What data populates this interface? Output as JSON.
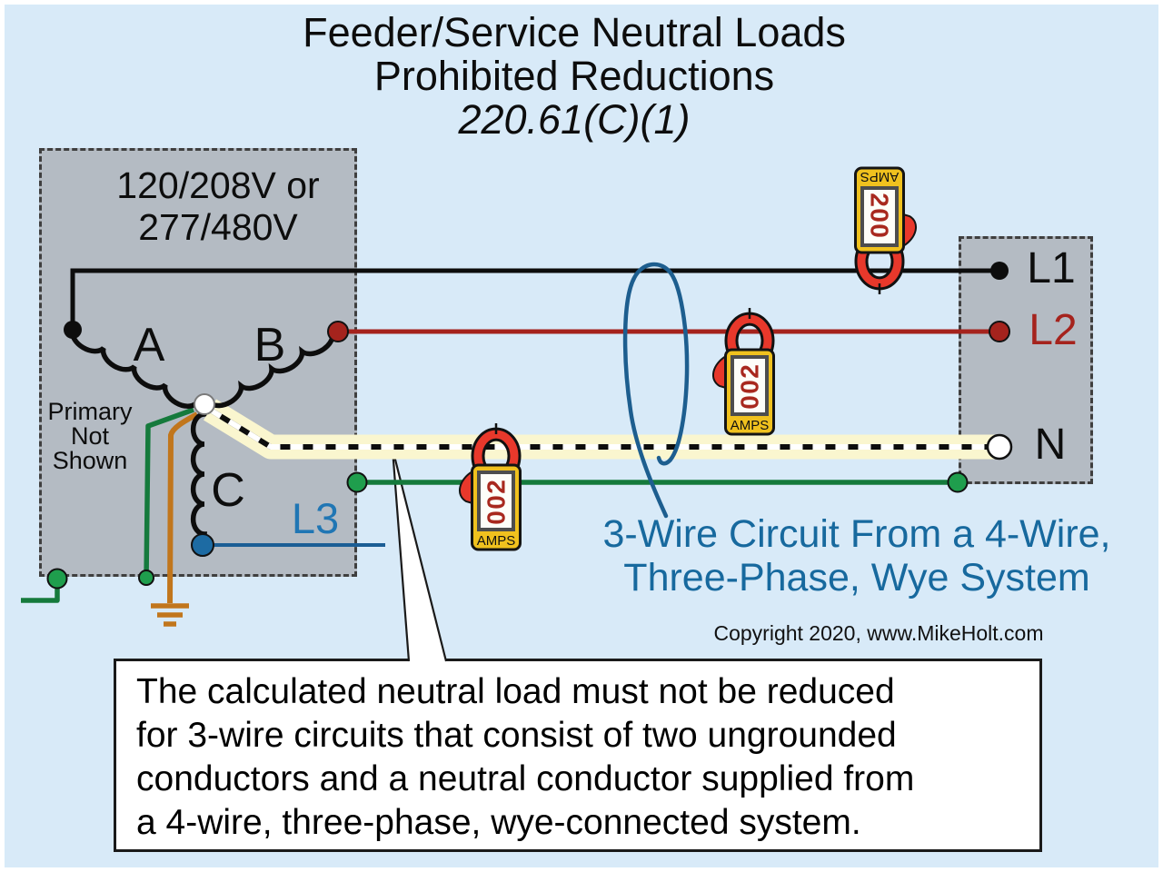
{
  "title": {
    "line1": "Feeder/Service Neutral Loads",
    "line2": "Prohibited Reductions",
    "line3": "220.61(C)(1)"
  },
  "transformer": {
    "voltage_line1": "120/208V or",
    "voltage_line2": "277/480V",
    "primary_note": [
      "Primary",
      "Not",
      "Shown"
    ],
    "windings": {
      "a": "A",
      "b": "B",
      "c": "C"
    },
    "l3_label": "L3"
  },
  "panel": {
    "l1": "L1",
    "l2": "L2",
    "n": "N"
  },
  "meters": {
    "reading": "200",
    "unit": "AMPS",
    "digits": [
      "2",
      "0",
      "0"
    ]
  },
  "caption": {
    "line1": "3-Wire Circuit From a 4-Wire,",
    "line2": "Three-Phase, Wye System"
  },
  "copyright": "Copyright 2020, www.MikeHolt.com",
  "note_box": {
    "lines": [
      "The calculated neutral load must not be reduced",
      "for 3-wire circuits that consist of two ungrounded",
      "conductors and a neutral conductor supplied from",
      "a 4-wire, three-phase, wye-connected system."
    ]
  },
  "colors": {
    "background": "#d8eaf8",
    "box_fill": "#b4bbc3",
    "l1_wire": "#0d0d0d",
    "l2_wire": "#a5231d",
    "neutral_band": "#faf6cf",
    "ground_green": "#157a3c",
    "green_dot": "#1f9e4d",
    "grounding_conductor_orange": "#c1761c",
    "l3_blue": "#1d6ba3",
    "caption_blue": "#17699e",
    "loop_blue": "#1d5e8f",
    "meter_yellow": "#f0c11e",
    "meter_clamp_red": "#e8382b",
    "meter_digit_red": "#a8281e"
  }
}
